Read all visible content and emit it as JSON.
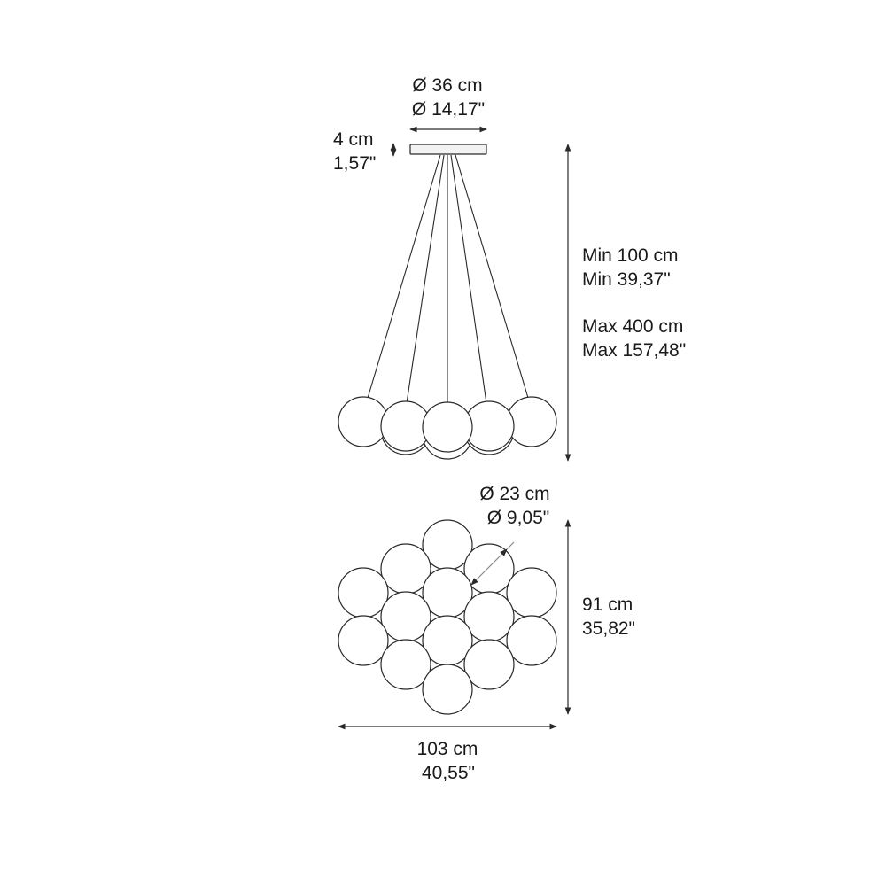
{
  "canopy": {
    "diameter_cm": "Ø 36 cm",
    "diameter_in": "Ø 14,17\"",
    "height_cm": "4 cm",
    "height_in": "1,57\""
  },
  "suspension": {
    "min_cm": "Min 100 cm",
    "min_in": "Min 39,37\"",
    "max_cm": "Max 400 cm",
    "max_in": "Max 157,48\""
  },
  "sphere": {
    "diameter_cm": "Ø 23 cm",
    "diameter_in": "Ø 9,05\""
  },
  "cluster": {
    "depth_cm": "91 cm",
    "depth_in": "35,82\"",
    "width_cm": "103 cm",
    "width_in": "40,55\""
  },
  "colors": {
    "line": "#2a2a2a",
    "sphere_fill": "#ffffff",
    "canopy_fill": "#f2f2f2"
  }
}
